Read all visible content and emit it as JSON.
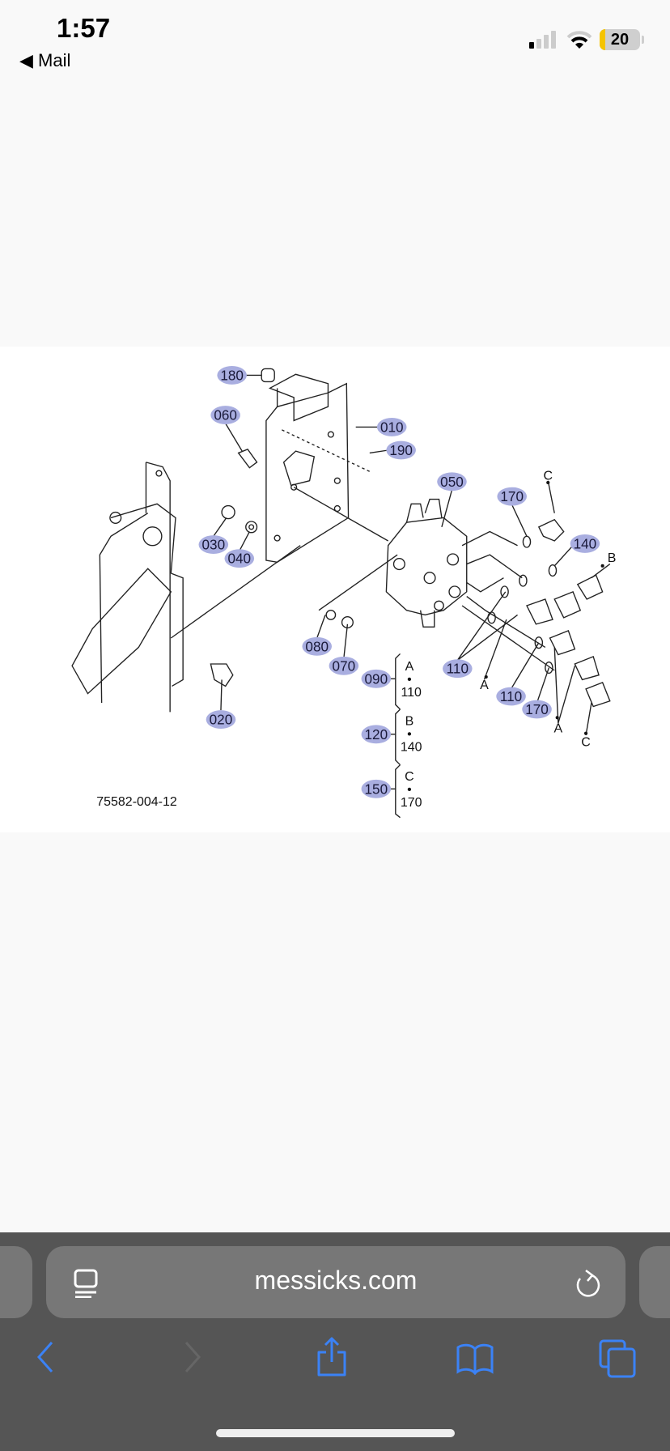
{
  "status_bar": {
    "time": "1:57",
    "back_app": "◀ Mail",
    "battery": "20"
  },
  "diagram": {
    "labels": [
      "180",
      "060",
      "010",
      "190",
      "050",
      "170",
      "140",
      "030",
      "040",
      "080",
      "070",
      "090",
      "110",
      "110",
      "170",
      "020",
      "120",
      "150"
    ],
    "letters": [
      "C",
      "B",
      "A",
      "A",
      "C"
    ],
    "brackets": [
      {
        "top": "A",
        "mid": "•",
        "bottom": "110"
      },
      {
        "top": "B",
        "mid": "•",
        "bottom": "140"
      },
      {
        "top": "C",
        "mid": "•",
        "bottom": "170"
      }
    ],
    "code": "75582-004-12"
  },
  "browser": {
    "url": "messicks.com"
  },
  "colors": {
    "accent": "#3b82f6",
    "label": "#a9aee0"
  }
}
